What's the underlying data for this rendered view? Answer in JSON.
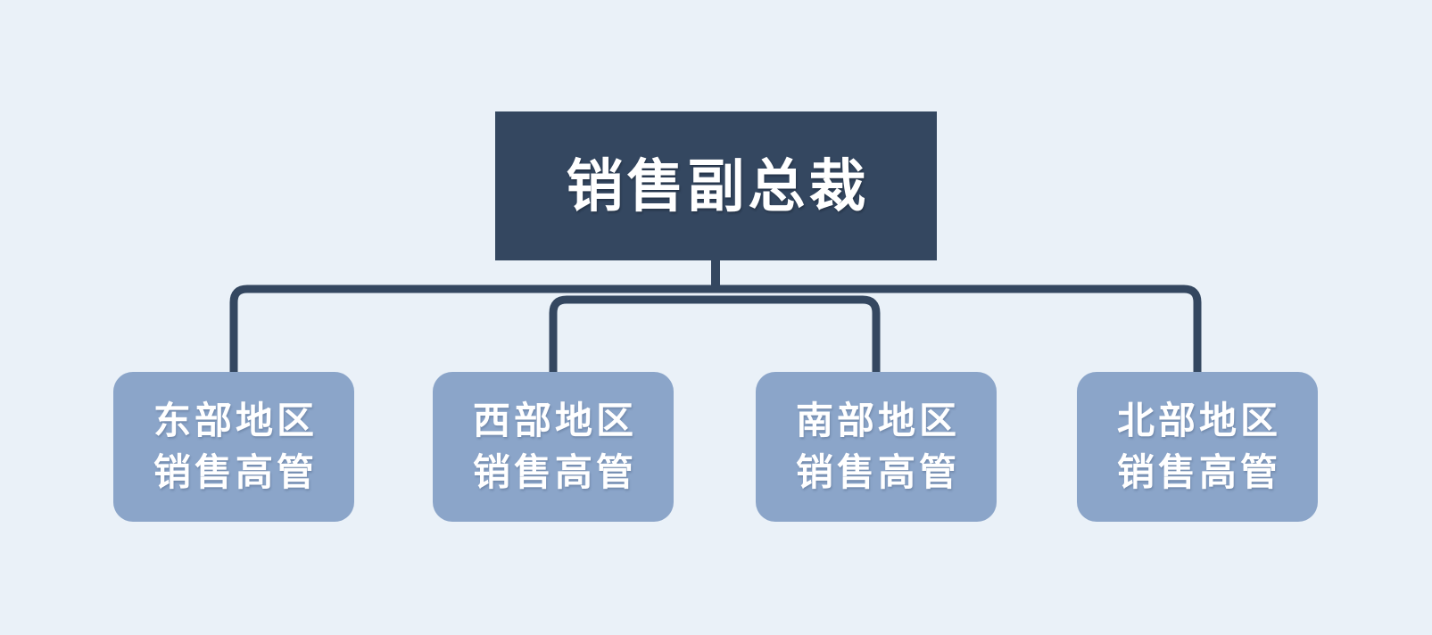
{
  "diagram": {
    "type": "org-chart",
    "title": "销售副总裁",
    "root": {
      "label": "销售副总裁"
    },
    "children": [
      {
        "label_line1": "东部地区",
        "label_line2": "销售高管"
      },
      {
        "label_line1": "西部地区",
        "label_line2": "销售高管"
      },
      {
        "label_line1": "南部地区",
        "label_line2": "销售高管"
      },
      {
        "label_line1": "北部地区",
        "label_line2": "销售高管"
      }
    ],
    "colors": {
      "background": "#eaf1f8",
      "root_fill": "#344760",
      "child_fill": "#8ba5c9",
      "connector": "#344760",
      "text": "#ffffff"
    }
  }
}
